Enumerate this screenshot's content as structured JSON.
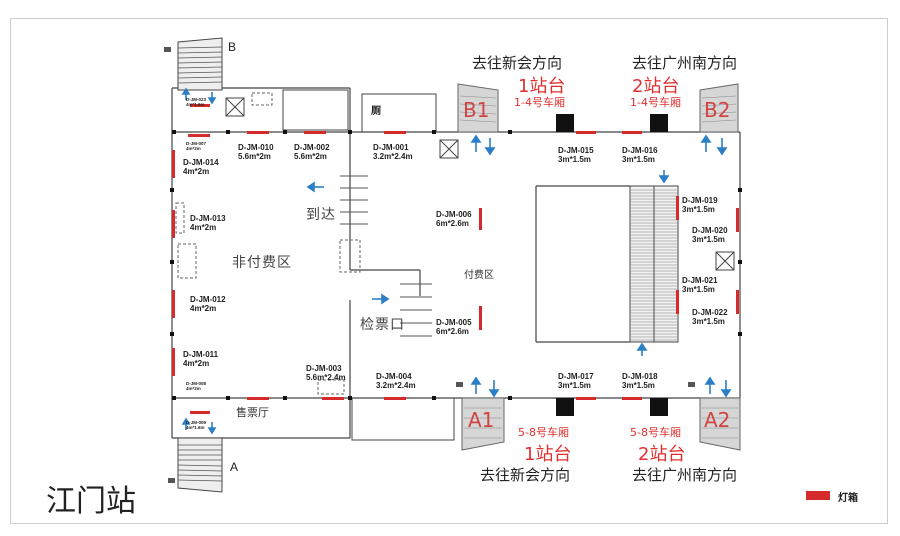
{
  "station_name": "江门站",
  "legend": {
    "label": "灯箱",
    "color": "#d62b2b"
  },
  "zones": {
    "unpaid": "非付费区",
    "paid": "付费区",
    "arrival": "到达",
    "ticket_gate": "检票口",
    "ticket_hall": "售票厅"
  },
  "exits": {
    "b": "B",
    "a": "A",
    "b1": "B1",
    "b2": "B2",
    "a1": "A1",
    "a2": "A2"
  },
  "platforms": {
    "top_left": {
      "direction": "去往新会方向",
      "platform": "1站台",
      "cars": "1-4号车厢"
    },
    "top_right": {
      "direction": "去往广州南方向",
      "platform": "2站台",
      "cars": "1-4号车厢"
    },
    "bottom_left": {
      "cars": "5-8号车厢",
      "platform": "1站台",
      "direction": "去往新会方向"
    },
    "bottom_right": {
      "cars": "5-8号车厢",
      "platform": "2站台",
      "direction": "去往广州南方向"
    }
  },
  "lightboxes": [
    {
      "code": "D-JM-001",
      "size": "3.2m*2.4m"
    },
    {
      "code": "D-JM-002",
      "size": "5.6m*2m"
    },
    {
      "code": "D-JM-003",
      "size": "5.6m*2.4m"
    },
    {
      "code": "D-JM-004",
      "size": "3.2m*2.4m"
    },
    {
      "code": "D-JM-005",
      "size": "6m*2.6m"
    },
    {
      "code": "D-JM-006",
      "size": "6m*2.6m"
    },
    {
      "code": "D-JM-007",
      "size": "4m*2m"
    },
    {
      "code": "D-JM-008",
      "size": "4m*2m"
    },
    {
      "code": "D-JM-009",
      "size": "4m*1.6m"
    },
    {
      "code": "D-JM-010",
      "size": "5.6m*2m"
    },
    {
      "code": "D-JM-011",
      "size": "4m*2m"
    },
    {
      "code": "D-JM-012",
      "size": "4m*2m"
    },
    {
      "code": "D-JM-013",
      "size": "4m*2m"
    },
    {
      "code": "D-JM-014",
      "size": "4m*2m"
    },
    {
      "code": "D-JM-015",
      "size": "3m*1.5m"
    },
    {
      "code": "D-JM-016",
      "size": "3m*1.5m"
    },
    {
      "code": "D-JM-017",
      "size": "3m*1.5m"
    },
    {
      "code": "D-JM-018",
      "size": "3m*1.5m"
    },
    {
      "code": "D-JM-019",
      "size": "3m*1.5m"
    },
    {
      "code": "D-JM-020",
      "size": "3m*1.5m"
    },
    {
      "code": "D-JM-021",
      "size": "3m*1.5m"
    },
    {
      "code": "D-JM-022",
      "size": "3m*1.5m"
    },
    {
      "code": "D-JM-023",
      "size": "4m*1.6m"
    }
  ],
  "toilet_label": "厕"
}
